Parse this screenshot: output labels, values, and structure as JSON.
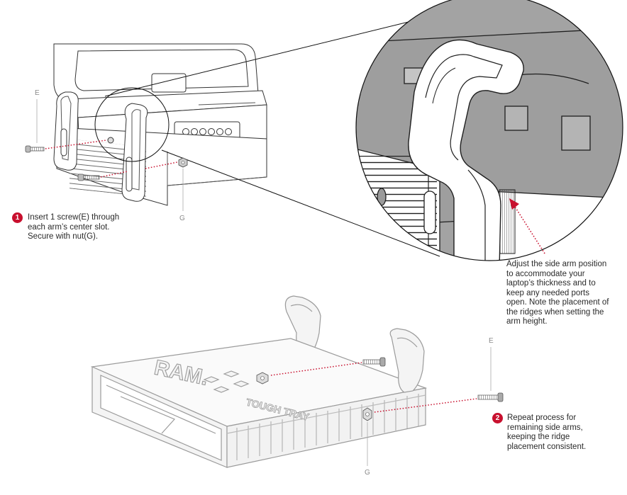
{
  "colors": {
    "accent": "#c8102e",
    "line": "#222222",
    "hardware_gray": "#9b9b9b",
    "zoom_fill": "#a3a3a3",
    "tray_fill": "#f4f4f4"
  },
  "labels": {
    "screw_top": "E",
    "nut_top": "G",
    "screw_bottom": "E",
    "nut_bottom": "G",
    "tray_logo": "RAM.",
    "tray_text": "TOUGH TRAY"
  },
  "steps": [
    {
      "number": "1",
      "lines": [
        "Insert 1 screw(E) through",
        "each arm’s center slot.",
        "Secure with nut(G)."
      ]
    },
    {
      "number": "2",
      "lines": [
        "Repeat process for",
        "remaining side arms,",
        "keeping the ridge",
        "placement consistent."
      ]
    }
  ],
  "callout": {
    "lines": [
      "Adjust the side arm position",
      "to accommodate your",
      "laptop’s thickness and to",
      "keep any needed ports",
      "open. Note the placement of",
      "the ridges when setting the",
      "arm height."
    ]
  }
}
